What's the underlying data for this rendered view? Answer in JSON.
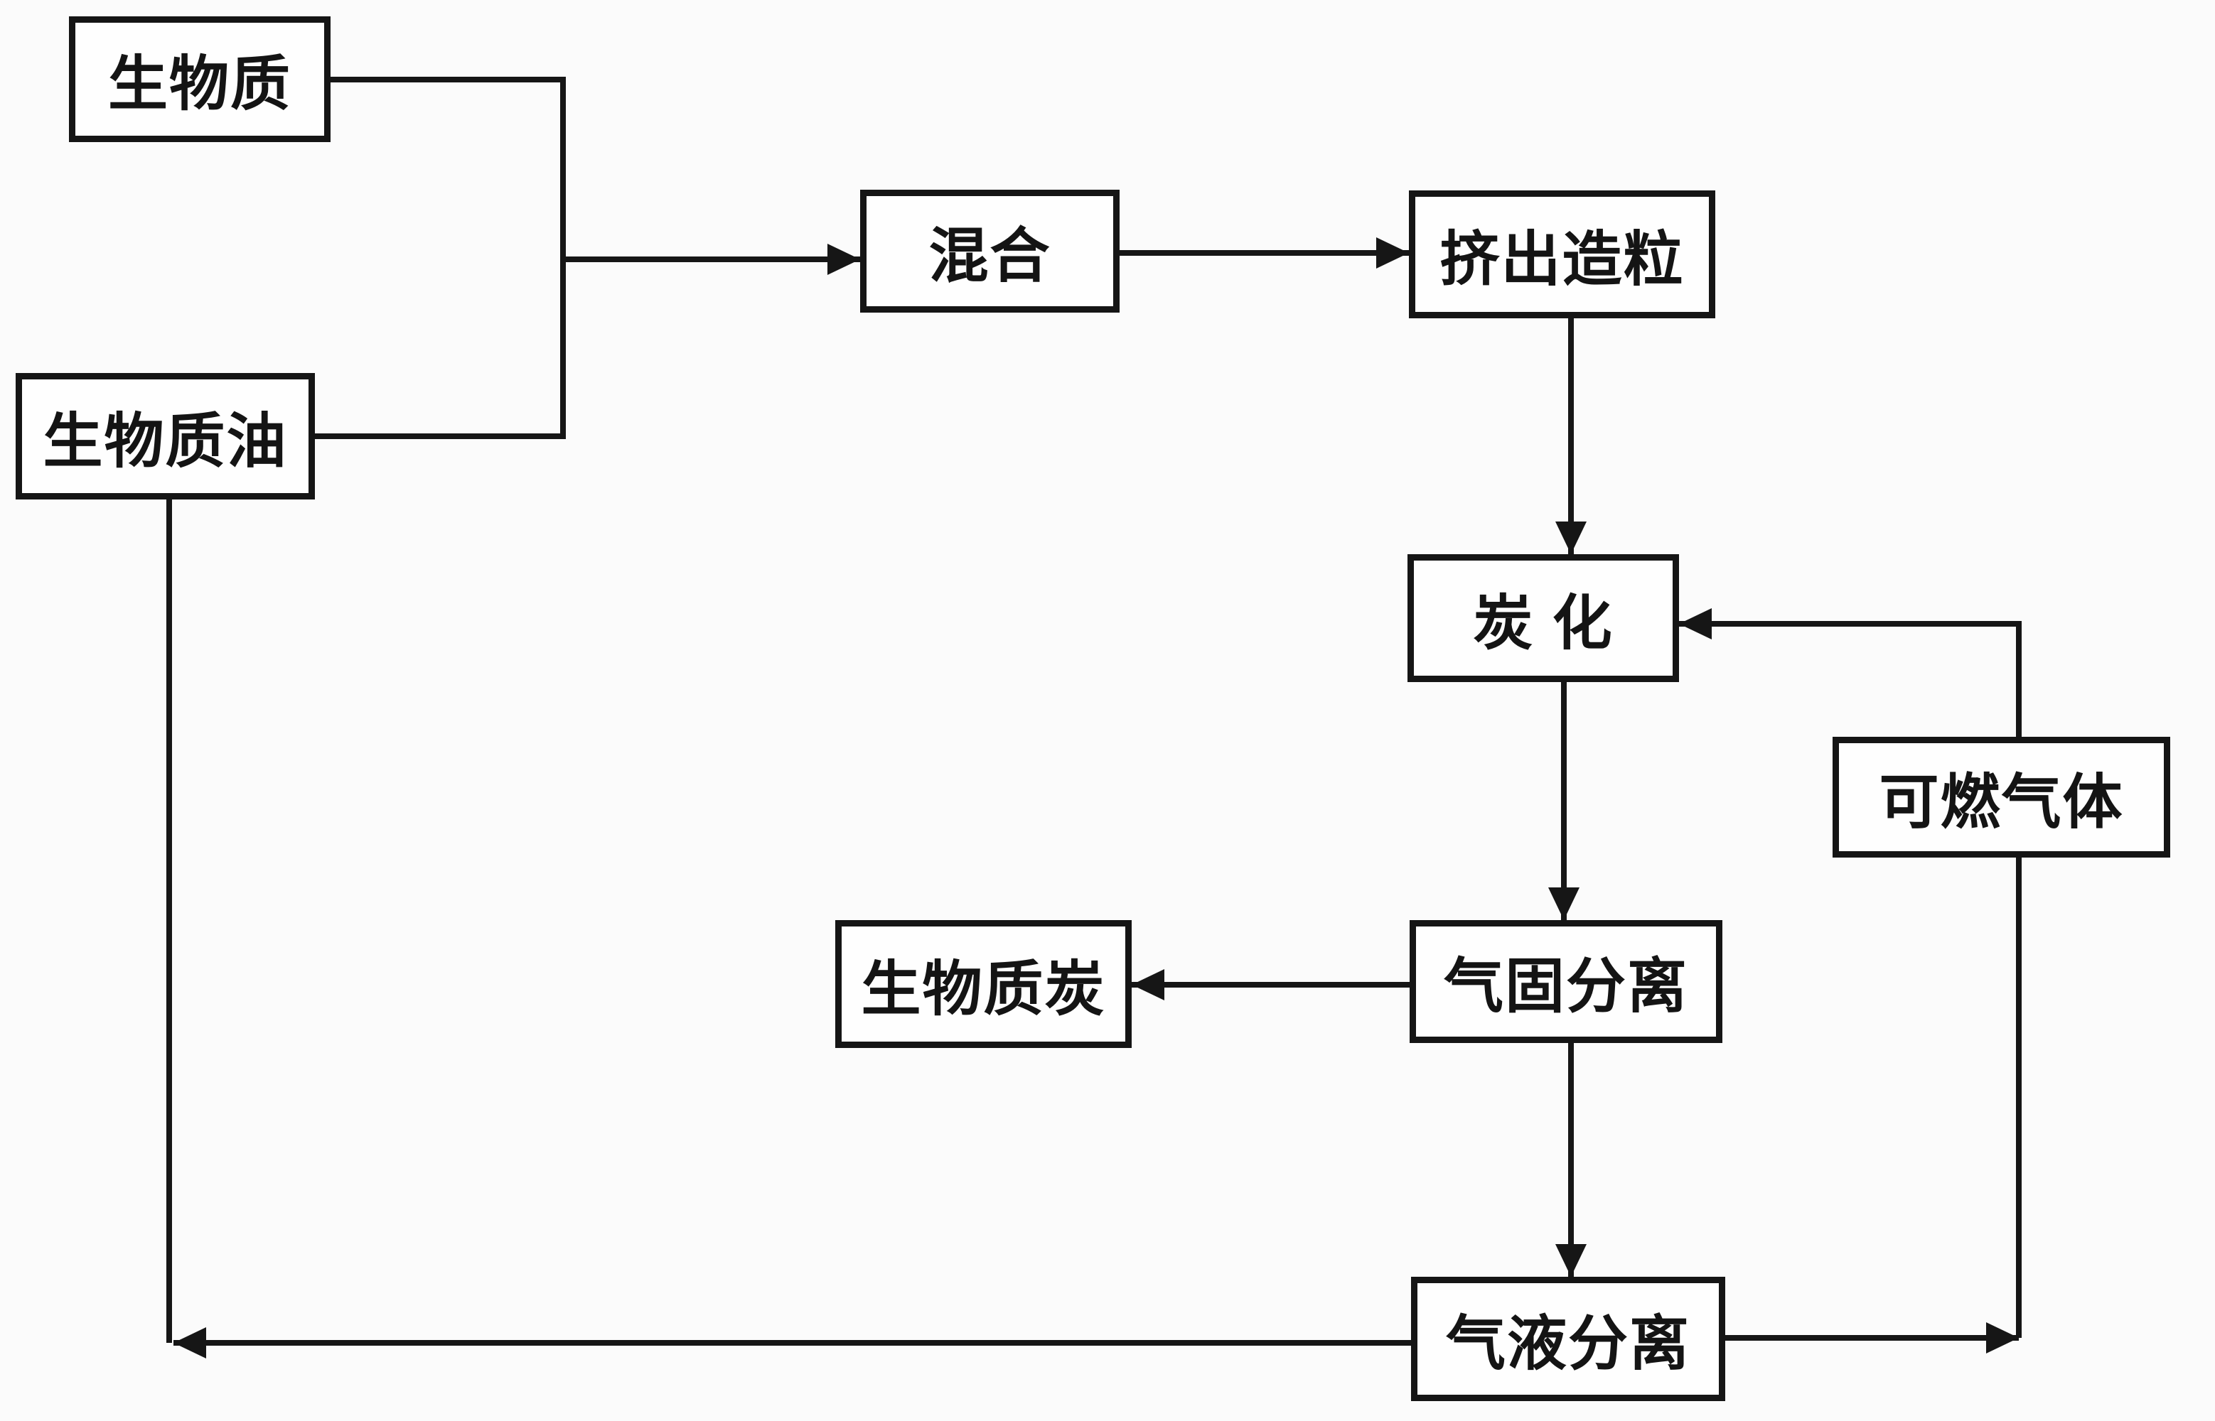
{
  "page": {
    "background_color": "#fbfbfb",
    "ink_color": "#161616"
  },
  "diagram": {
    "nodes": [
      {
        "id": "biomass",
        "label": "生物质"
      },
      {
        "id": "biomass-oil",
        "label": "生物质油"
      },
      {
        "id": "mixing",
        "label": "混合"
      },
      {
        "id": "extrusion-granulation",
        "label": "挤出造粒"
      },
      {
        "id": "carbonization",
        "label": "炭 化"
      },
      {
        "id": "combustible-gas",
        "label": "可燃气体"
      },
      {
        "id": "biomass-char",
        "label": "生物质炭"
      },
      {
        "id": "gas-solid-separation",
        "label": "气固分离"
      },
      {
        "id": "gas-liquid-separation",
        "label": "气液分离"
      }
    ],
    "edges": [
      {
        "from": "biomass",
        "to": "mixing"
      },
      {
        "from": "biomass-oil",
        "to": "mixing"
      },
      {
        "from": "mixing",
        "to": "extrusion-granulation"
      },
      {
        "from": "extrusion-granulation",
        "to": "carbonization"
      },
      {
        "from": "carbonization",
        "to": "gas-solid-separation"
      },
      {
        "from": "gas-solid-separation",
        "to": "biomass-char"
      },
      {
        "from": "gas-solid-separation",
        "to": "gas-liquid-separation"
      },
      {
        "from": "gas-liquid-separation",
        "to": "combustible-gas"
      },
      {
        "from": "combustible-gas",
        "to": "carbonization"
      },
      {
        "from": "gas-liquid-separation",
        "to": "biomass-oil"
      }
    ]
  }
}
